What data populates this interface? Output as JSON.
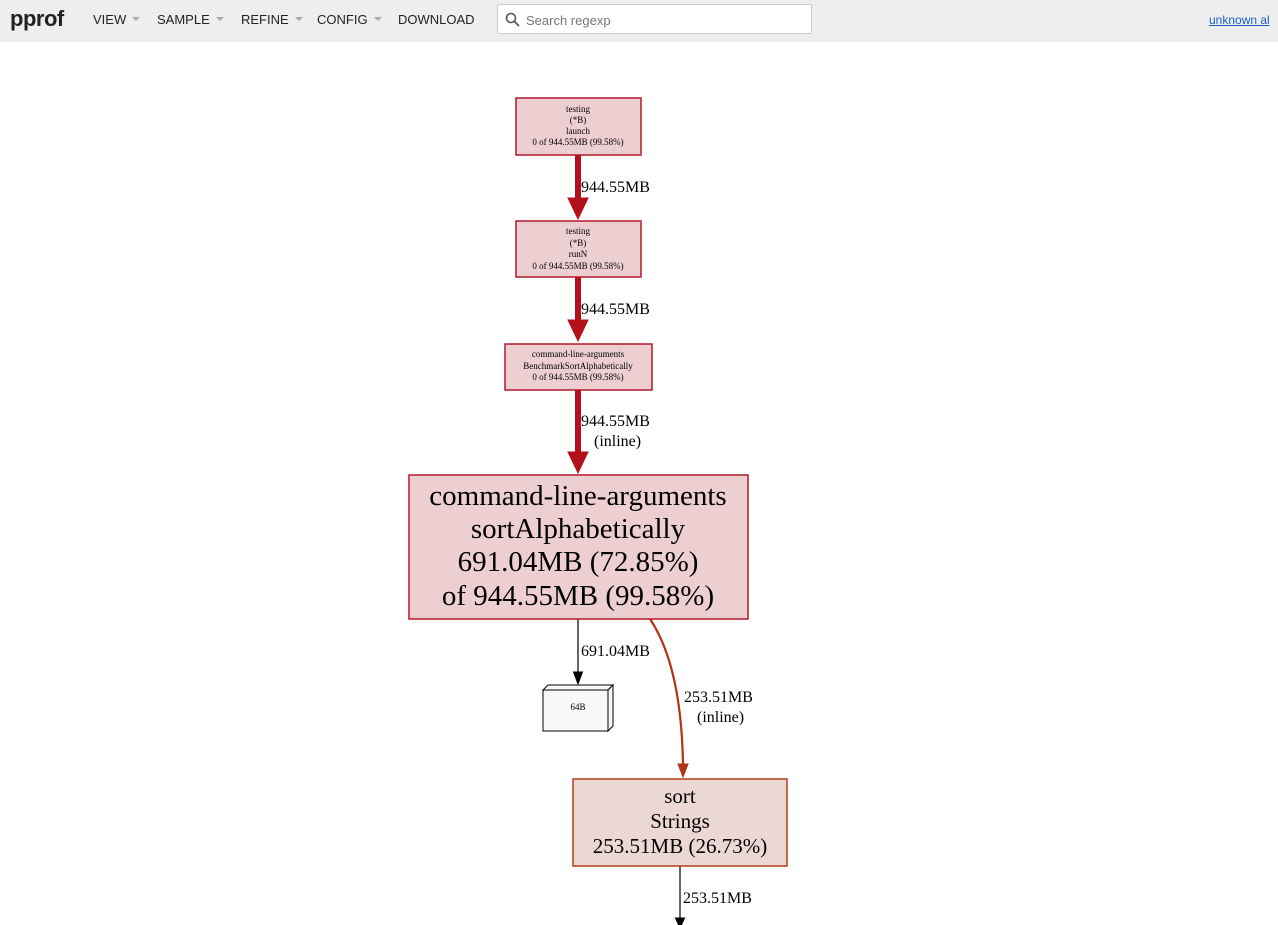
{
  "app": {
    "brand": "pprof",
    "menus": [
      "VIEW",
      "SAMPLE",
      "REFINE",
      "CONFIG",
      "DOWNLOAD"
    ],
    "search_placeholder": "Search regexp",
    "user_link": "unknown al"
  },
  "graph": {
    "colors": {
      "hot_border": "#b2182b",
      "hot_fill": "#edcfd1",
      "warm_border": "#b33d1e",
      "warm_fill": "#ebd8d2",
      "hot_edge": "#b2111c",
      "warm_edge": "#b23414"
    },
    "nodes": [
      {
        "lines": [
          "testing",
          "(*B)",
          "launch",
          "0 of 944.55MB (99.58%)"
        ]
      },
      {
        "lines": [
          "testing",
          "(*B)",
          "runN",
          "0 of 944.55MB (99.58%)"
        ]
      },
      {
        "lines": [
          "command-line-arguments",
          "BenchmarkSortAlphabetically",
          "0 of 944.55MB (99.58%)"
        ]
      },
      {
        "lines": [
          "command-line-arguments",
          "sortAlphabetically",
          "691.04MB (72.85%)",
          "of 944.55MB (99.58%)"
        ]
      },
      {
        "lines": [
          "64B"
        ]
      },
      {
        "lines": [
          "sort",
          "Strings",
          "253.51MB (26.73%)"
        ]
      }
    ],
    "edges": [
      {
        "lines": [
          "944.55MB"
        ]
      },
      {
        "lines": [
          "944.55MB"
        ]
      },
      {
        "lines": [
          "944.55MB",
          "(inline)"
        ]
      },
      {
        "lines": [
          "691.04MB"
        ]
      },
      {
        "lines": [
          "253.51MB",
          "(inline)"
        ]
      },
      {
        "lines": [
          "253.51MB"
        ]
      }
    ]
  }
}
